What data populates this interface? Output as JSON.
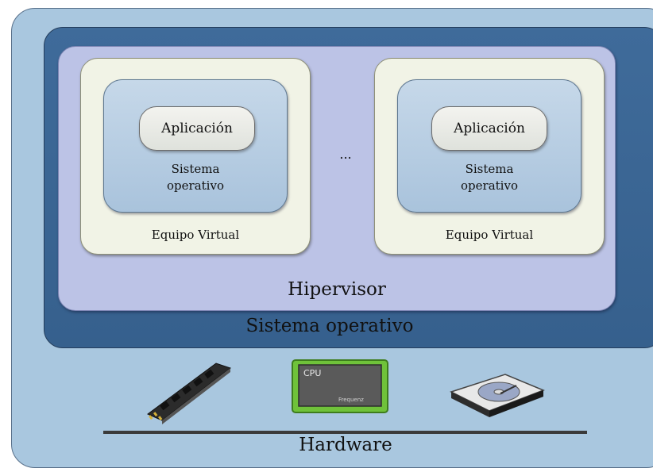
{
  "layers": {
    "hardware": "Hardware",
    "host_os": "Sistema operativo",
    "hypervisor": "Hipervisor"
  },
  "vms": [
    {
      "app": "Aplicación",
      "guest_os": "Sistema operativo",
      "guest_os_line1": "Sistema",
      "guest_os_line2": "operativo",
      "vm_label": "Equipo Virtual"
    },
    {
      "app": "Aplicación",
      "guest_os": "Sistema operativo",
      "guest_os_line1": "Sistema",
      "guest_os_line2": "operativo",
      "vm_label": "Equipo Virtual"
    }
  ],
  "ellipsis": "...",
  "hardware_items": [
    {
      "icon": "ram-module-icon"
    },
    {
      "icon": "cpu-chip-icon",
      "labels": [
        "CPU",
        "Frequenz"
      ]
    },
    {
      "icon": "hard-disk-icon"
    }
  ],
  "colors": {
    "hardware_bg": "#a9c7df",
    "host_os_bg": "#3f6b9a",
    "hypervisor_bg": "#bcc3e6",
    "vm_bg": "#f1f3e6",
    "guest_os_bg": "#b6cce2",
    "cpu_green": "#6fc23a"
  }
}
